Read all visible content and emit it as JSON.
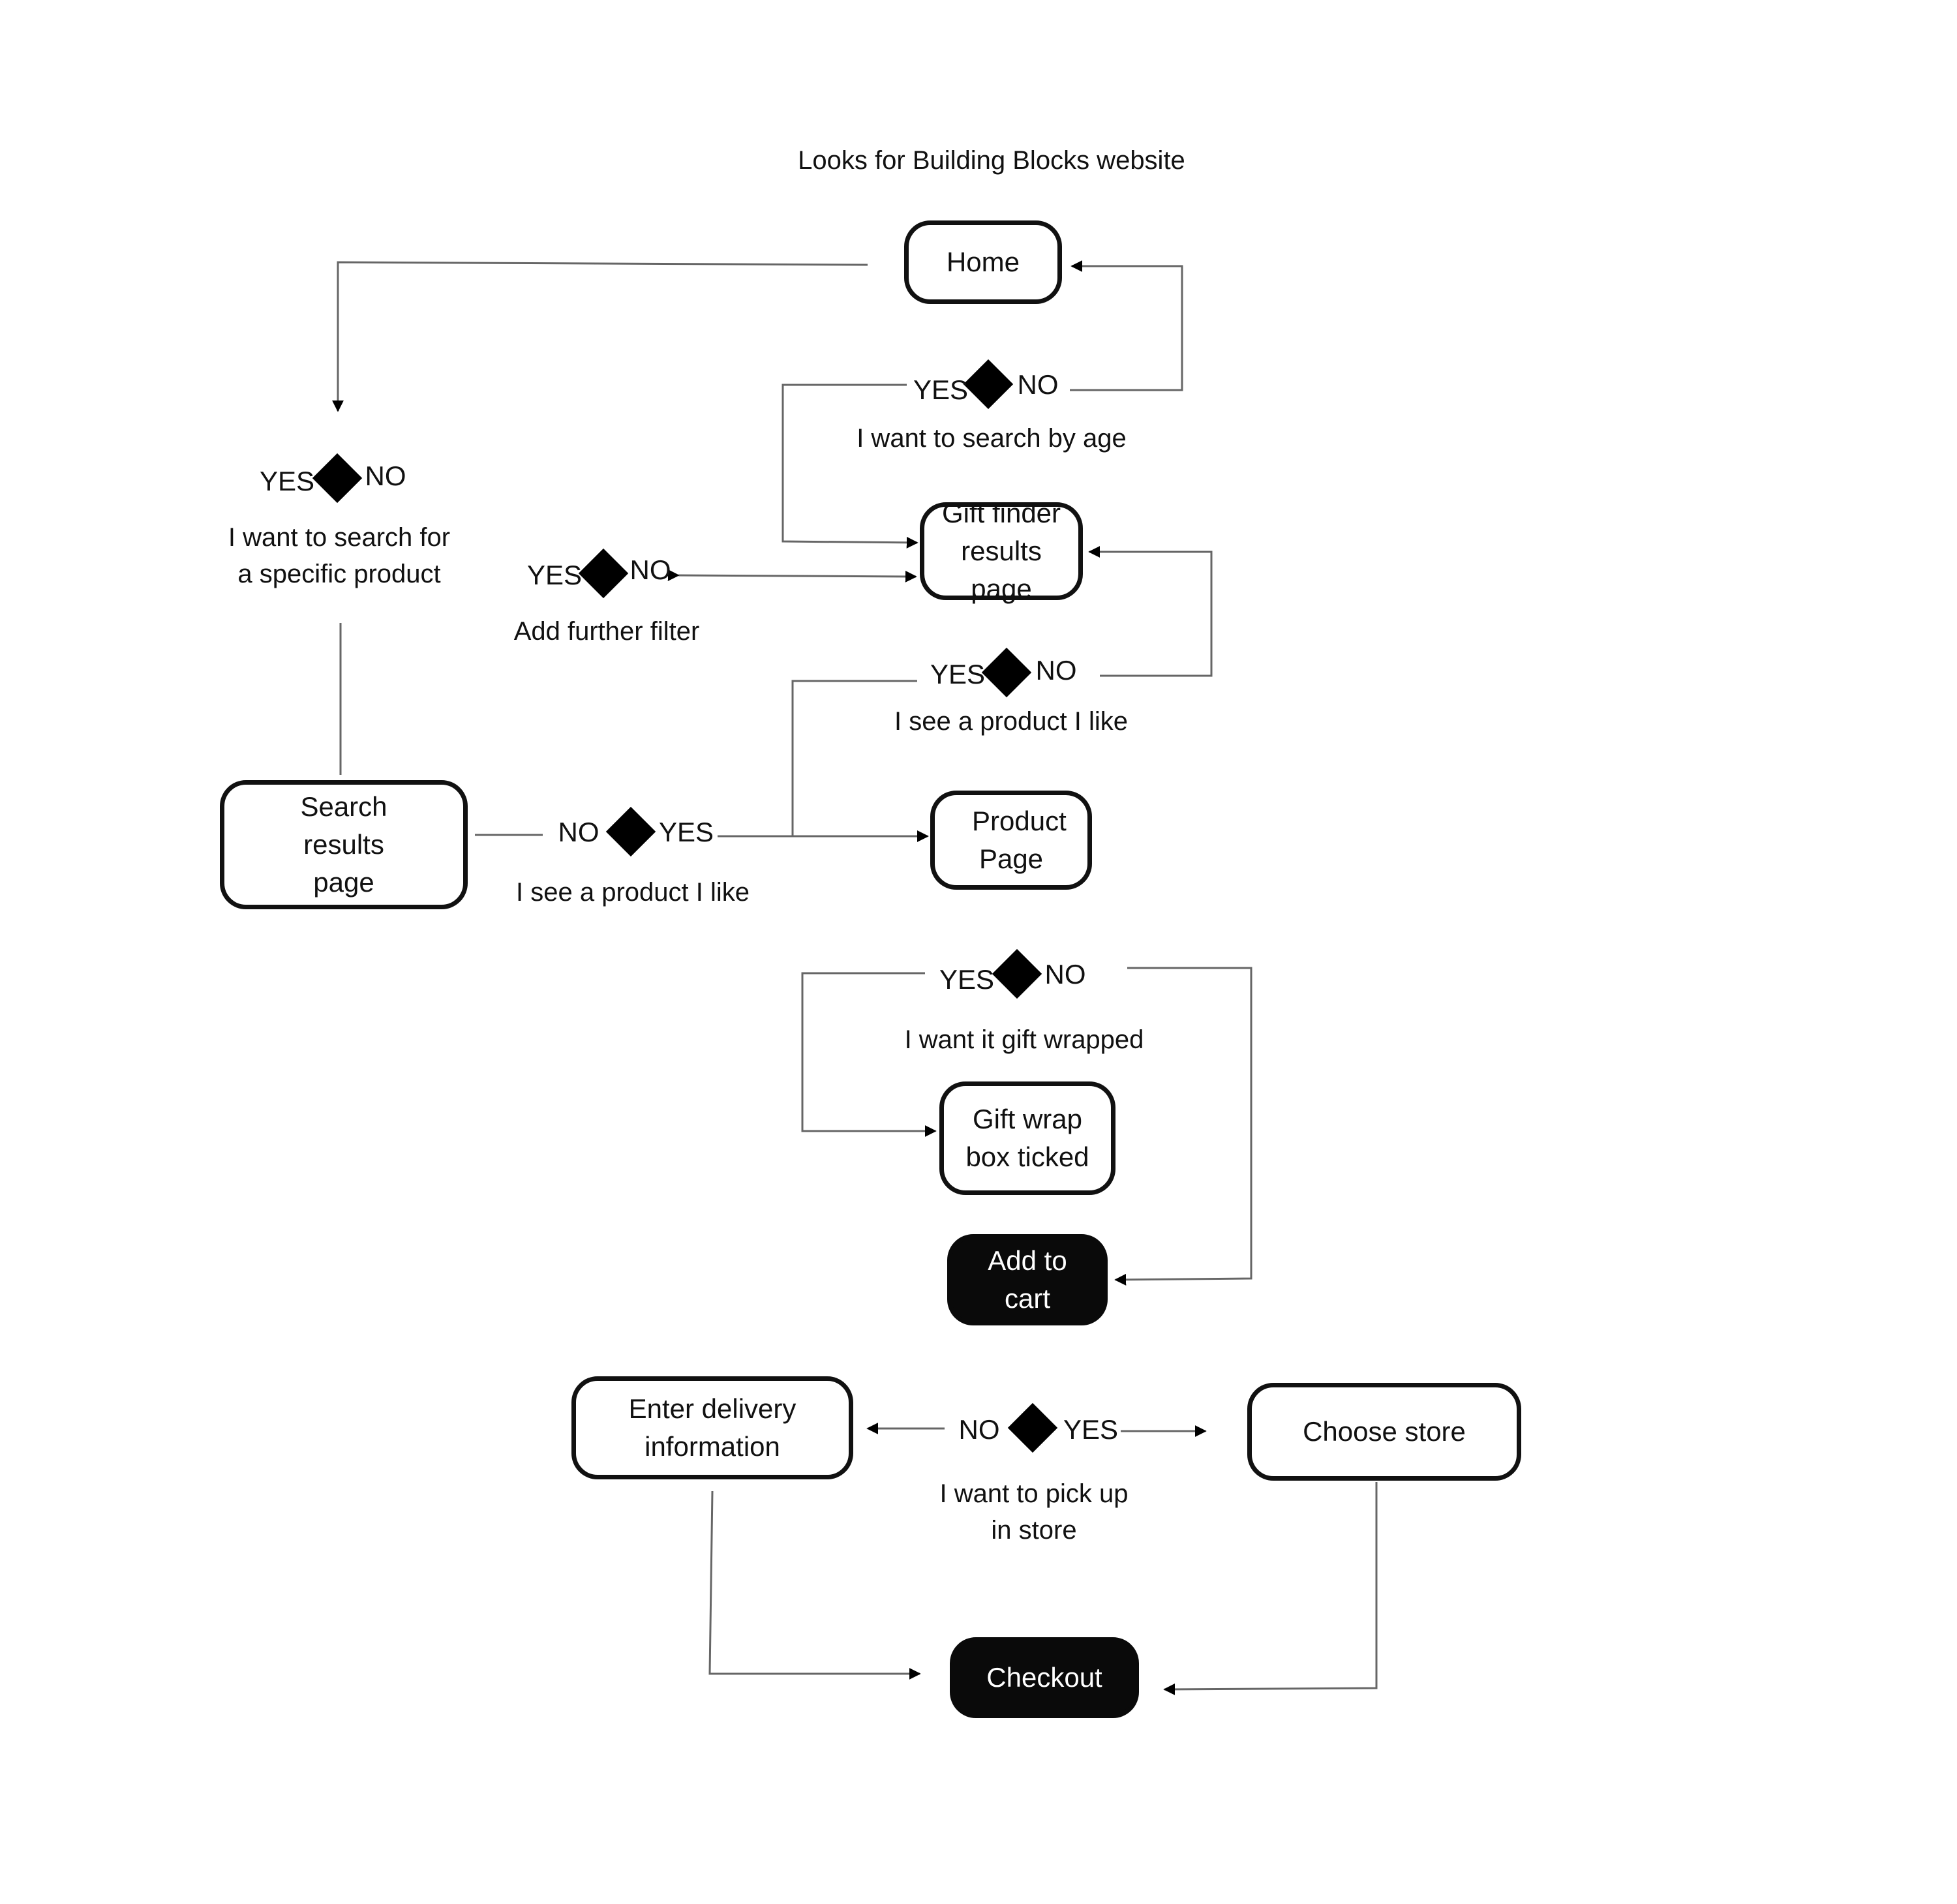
{
  "title": "Looks for Building Blocks website",
  "nodes": {
    "home": "Home",
    "gift_finder": "Gift finder results page",
    "search_results": "Search results page",
    "product_page": "Product Page",
    "gift_wrap_box": "Gift wrap box ticked",
    "add_to_cart": "Add to cart",
    "enter_delivery": "Enter delivery information",
    "choose_store": "Choose store",
    "checkout": "Checkout"
  },
  "decisions": {
    "search_by_age": {
      "question": "I want to search by age",
      "yes": "YES",
      "no": "NO"
    },
    "search_specific": {
      "question": "I want to search for a specific product",
      "yes": "YES",
      "no": "NO"
    },
    "further_filter": {
      "question": "Add further filter",
      "yes": "YES",
      "no": "NO"
    },
    "see_product_gift": {
      "question": "I see a product I like",
      "yes": "YES",
      "no": "NO"
    },
    "see_product_search": {
      "question": "I see a product I like",
      "yes": "YES",
      "no": "NO"
    },
    "gift_wrapped": {
      "question": "I want it gift wrapped",
      "yes": "YES",
      "no": "NO"
    },
    "pick_up": {
      "question": "I want to pick up in store",
      "yes": "YES",
      "no": "NO"
    }
  }
}
